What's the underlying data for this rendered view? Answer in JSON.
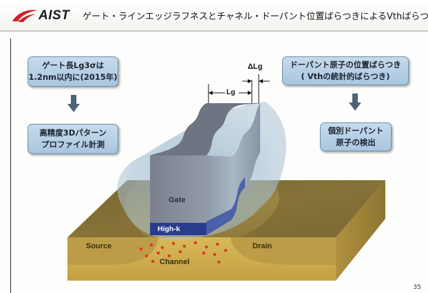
{
  "header": {
    "logo_text": "AIST",
    "title": "ゲート・ラインエッジラフネスとチャネル・ドーパント位置ばらつきによるVthばらつき"
  },
  "callouts": {
    "left_top": [
      "ゲート長Lg3σは",
      "1.2nm以内に(2015年)"
    ],
    "left_bottom": [
      "高精度3Dパターン",
      "プロファイル計測"
    ],
    "right_top": [
      "ドーパント原子の位置ばらつき",
      "( Vthの統計的ばらつき)"
    ],
    "right_bottom": [
      "個別ドーパント",
      "原子の検出"
    ]
  },
  "dimensions": {
    "delta_lg": "ΔLg",
    "lg": "Lg"
  },
  "figure_labels": {
    "gate": "Gate",
    "high_k": "High-k",
    "source": "Source",
    "drain": "Drain",
    "channel": "Channel"
  },
  "page_number": "35",
  "colors": {
    "callout_fill": "#b7cfe4",
    "arrow": "#4d6378",
    "gate": "#858a97",
    "high_k": "#2a3c8e",
    "silicon": "#c9a94f",
    "dopant": "#e0322b",
    "logo_red": "#c8232c"
  }
}
